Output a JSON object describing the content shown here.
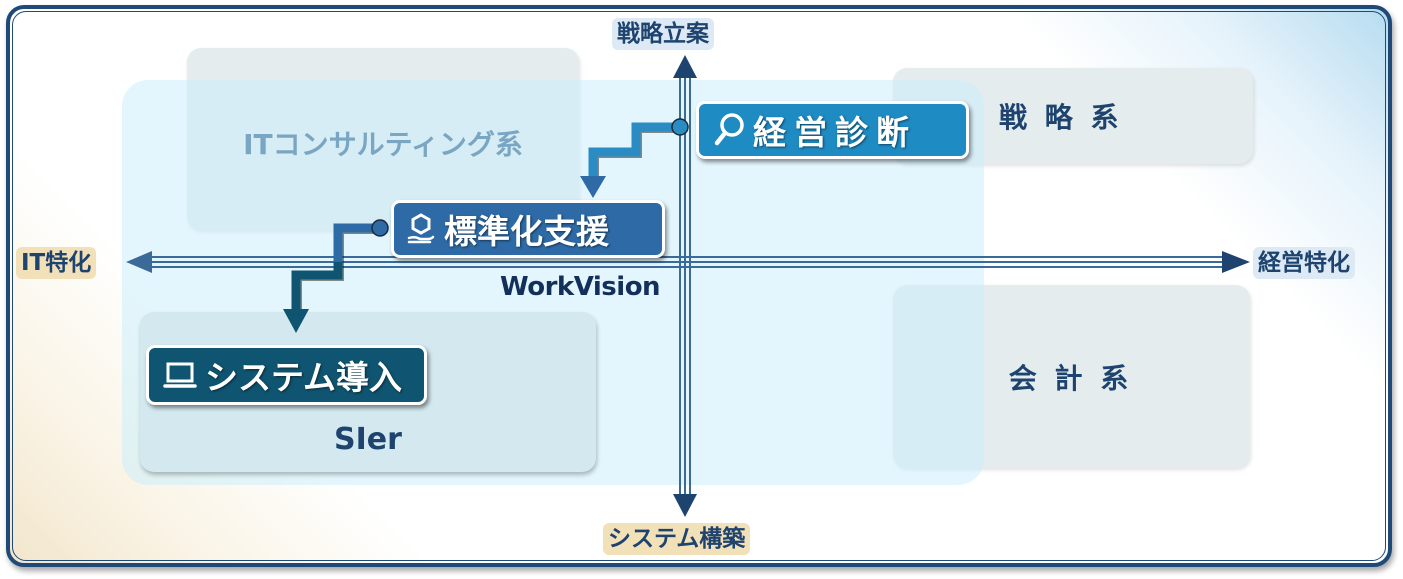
{
  "axes": {
    "top": "戦略立案",
    "bottom": "システム構築",
    "left": "IT特化",
    "right": "経営特化"
  },
  "categories": {
    "it_consulting": "ITコンサルティング系",
    "strategy": "戦 略 系",
    "accounting": "会 計 系",
    "sier": "SIer"
  },
  "center_brand": "WorkVision",
  "steps": [
    {
      "label": "経営診断",
      "icon": "magnifier-icon",
      "color": "#1e8bc3"
    },
    {
      "label": "標準化支援",
      "icon": "hand-hexagon-icon",
      "color": "#2d6aa6"
    },
    {
      "label": "システム導入",
      "icon": "laptop-icon",
      "color": "#0f5470"
    }
  ],
  "colors": {
    "navy": "#1d436e",
    "axis_top_bg": "#dde9f4",
    "axis_bottom_bg": "#f2e0b8",
    "axis_left_bg": "#f2e0b8",
    "axis_right_bg": "#dde9f4"
  }
}
